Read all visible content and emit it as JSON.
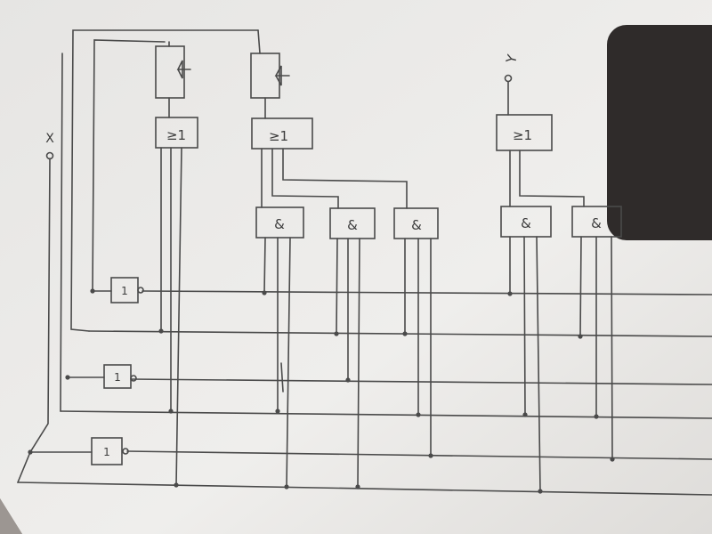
{
  "diagram": {
    "input_label": "X",
    "output_label": "Y",
    "or_gate_label": "≥1",
    "and_gate_label": "&",
    "not_gate_label": "1"
  },
  "colors": {
    "paper": "#efeeec",
    "shadow": "#2f2b2a",
    "ink": "#4a4a4a"
  }
}
